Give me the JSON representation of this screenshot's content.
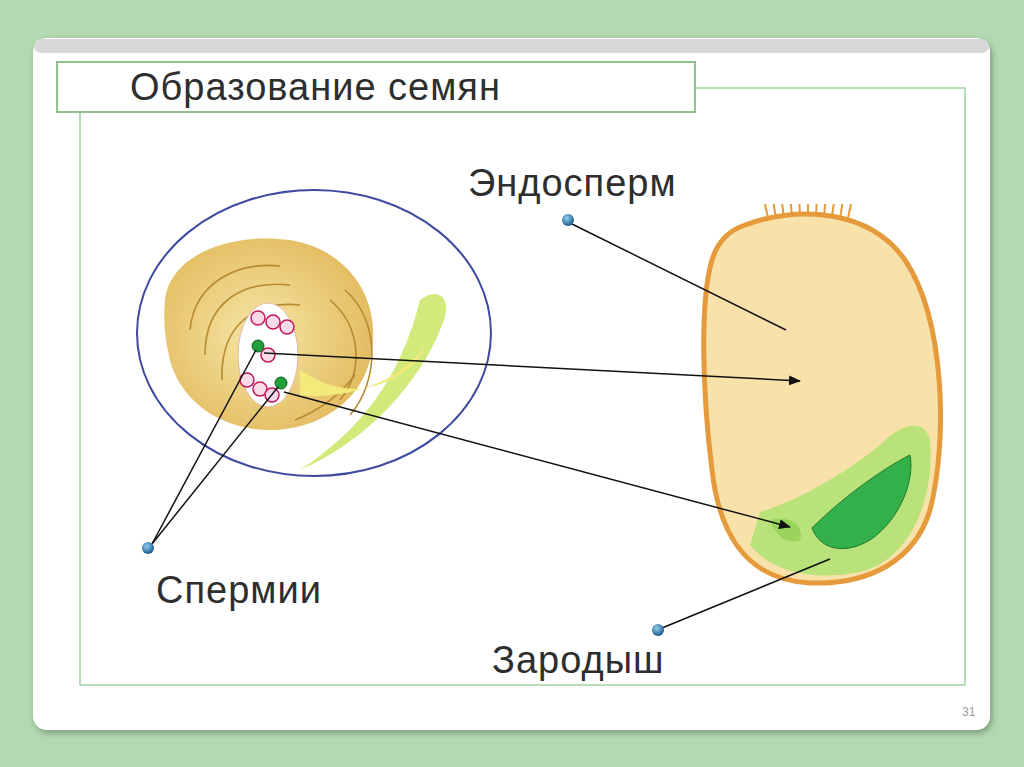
{
  "diagram": {
    "title": "Образование семян",
    "labels": [
      "Эндосперм",
      "Спермии",
      "Зародыш",
      "31"
    ]
  }
}
